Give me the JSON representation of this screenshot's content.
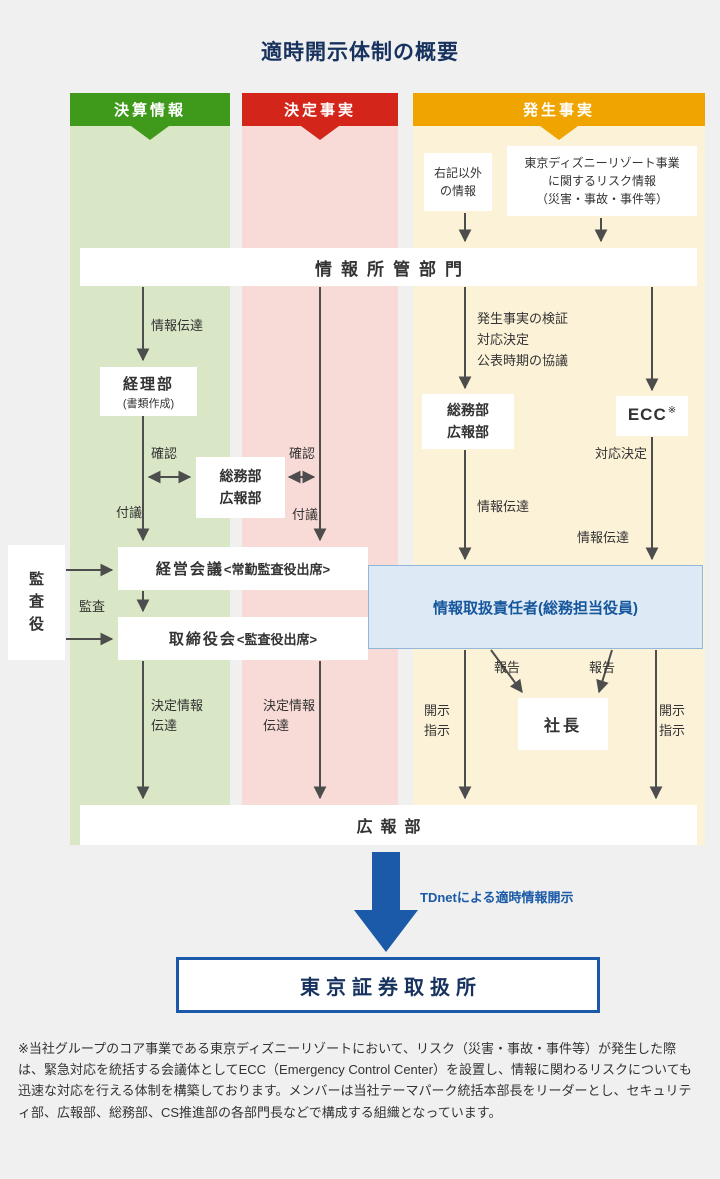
{
  "title": "適時開示体制の概要",
  "colors": {
    "financial_header_green": "#3f9a1c",
    "financial_bg": "#d9e7c6",
    "decided_header_red": "#d3251a",
    "decided_bg": "#f8dbd7",
    "occurred_header_orange": "#f0a400",
    "occurred_bg": "#fcf2d8",
    "accent_blue": "#1a5aa8",
    "info_officer_bg": "#dde9f4",
    "arrow_gray": "#4d4d4d"
  },
  "headers": {
    "financial": "決算情報",
    "decided": "決定事実",
    "occurred": "発生事実"
  },
  "boxes": {
    "other_info": "右記以外\nの情報",
    "tdr_risk": "東京ディズニーリゾート事業\nに関するリスク情報\n（災害・事故・事件等）",
    "info_dept": "情報所管部門",
    "accounting": {
      "name": "経理部",
      "sub": "(書類作成)"
    },
    "general_pr_left": "総務部\n広報部",
    "management_meeting": {
      "name": "経営会議",
      "attendees": "<常勤監査役出席>"
    },
    "board": {
      "name": "取締役会",
      "attendees": "<監査役出席>"
    },
    "auditors": "監\n査\n役",
    "general_pr_right": "総務部\n広報部",
    "ecc": {
      "name": "ECC",
      "note_mark": "※"
    },
    "info_officer": "情報取扱責任者(総務担当役員)",
    "president": "社長",
    "pr_dept": "広報部",
    "tse": "東京証券取扱所"
  },
  "labels": {
    "info_transmit": "情報伝達",
    "confirm": "確認",
    "submit": "付議",
    "audit": "監査",
    "decided_info_transmit": "決定情報\n伝達",
    "occurred_check": "発生事実の検証\n対応決定\n公表時期の協議",
    "response_decision": "対応決定",
    "report": "報告",
    "disclosure_order": "開示\n指示",
    "tdnet": "TDnetによる適時情報開示"
  },
  "footnote": "※当社グループのコア事業である東京ディズニーリゾートにおいて、リスク（災害・事故・事件等）が発生した際は、緊急対応を統括する会議体としてECC（Emergency Control Center）を設置し、情報に関わるリスクについても迅速な対応を行える体制を構築しております。メンバーは当社テーマパーク統括本部長をリーダーとし、セキュリティ部、広報部、総務部、CS推進部の各部門長などで構成する組織となっています。"
}
